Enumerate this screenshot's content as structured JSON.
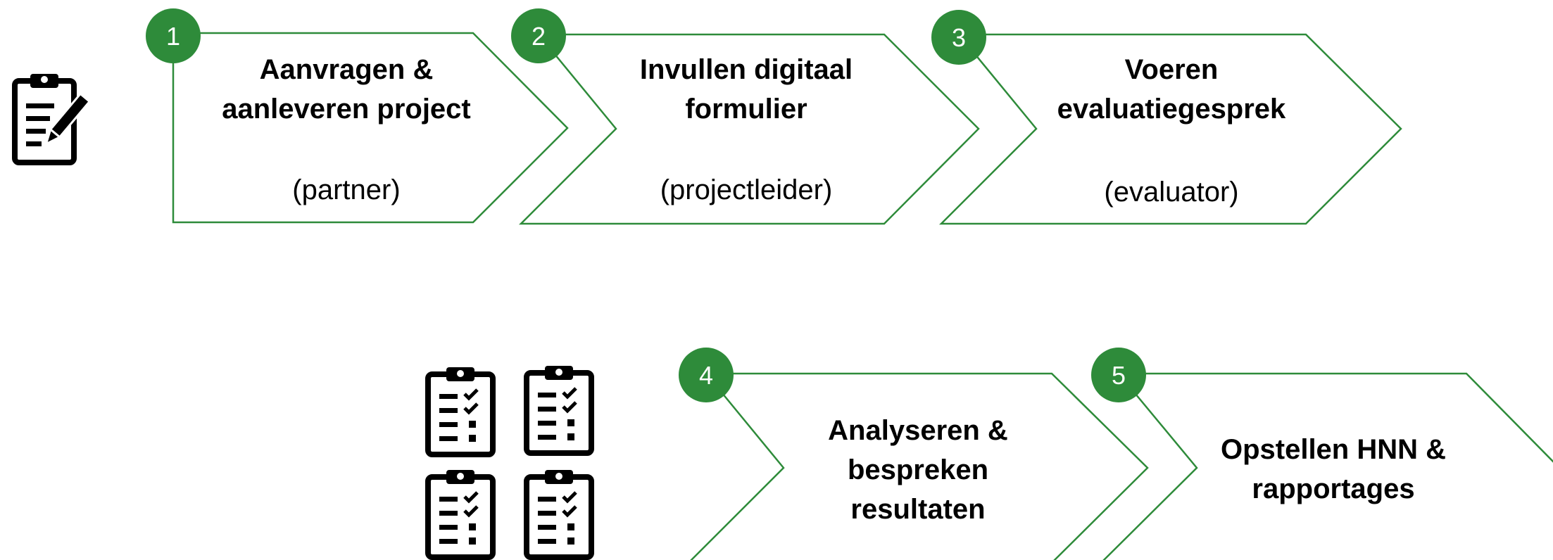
{
  "colors": {
    "accent": "#2e8b3a",
    "badge_fill": "#2e8b3a",
    "badge_text": "#ffffff",
    "arrow_stroke": "#2e8b3a",
    "icon": "#000000"
  },
  "icons": {
    "form_icon": "clipboard-edit-icon",
    "checklist_icon": "clipboard-checklist-icon"
  },
  "steps": [
    {
      "number": "1",
      "title_lines": [
        "Aanvragen &",
        "aanleveren project"
      ],
      "role": "(partner)"
    },
    {
      "number": "2",
      "title_lines": [
        "Invullen digitaal",
        "formulier"
      ],
      "role": "(projectleider)"
    },
    {
      "number": "3",
      "title_lines": [
        "Voeren",
        "evaluatiegesprek"
      ],
      "role": "(evaluator)"
    },
    {
      "number": "4",
      "title_lines": [
        "Analyseren &",
        "bespreken",
        "resultaten"
      ],
      "role": ""
    },
    {
      "number": "5",
      "title_lines": [
        "Opstellen HNN &",
        "rapportages"
      ],
      "role": ""
    }
  ]
}
